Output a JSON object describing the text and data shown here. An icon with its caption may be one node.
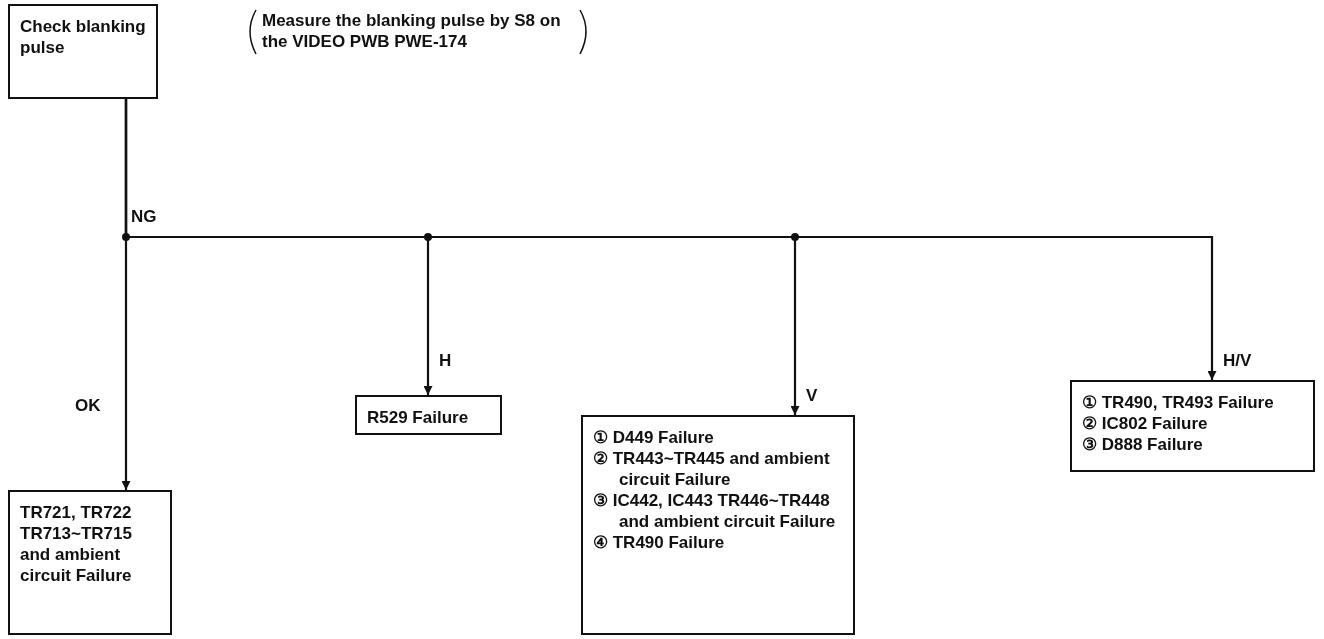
{
  "diagram": {
    "nodes": [
      {
        "text": [
          "Check blanking pulse"
        ]
      },
      {
        "text": [
          "TR721, TR722 TR713~TR715 and ambient circuit Failure"
        ]
      },
      {
        "text": [
          "R529 Failure"
        ]
      },
      {
        "text": [
          "① D449 Failure",
          "② TR443~TR445 and ambient circuit Failure",
          "③ IC442, IC443 TR446~TR448 and ambient circuit Failure",
          "④ TR490 Failure"
        ]
      },
      {
        "text": [
          "① TR490, TR493 Failure",
          "② IC802 Failure",
          "③ D888 Failure"
        ]
      }
    ],
    "edges": [
      {
        "from": 0,
        "to": 1,
        "arrow": "to",
        "label": "OK"
      },
      {
        "from": 0,
        "to": 2,
        "arrow": "to",
        "label": "H"
      },
      {
        "from": 0,
        "to": 3,
        "arrow": "to",
        "label": "V"
      },
      {
        "from": 0,
        "to": 4,
        "arrow": "to",
        "label": "H/V"
      }
    ],
    "labels": [
      "Measure the blanking pulse by S8 on the VIDEO PWB PWE-174",
      "NG"
    ]
  }
}
